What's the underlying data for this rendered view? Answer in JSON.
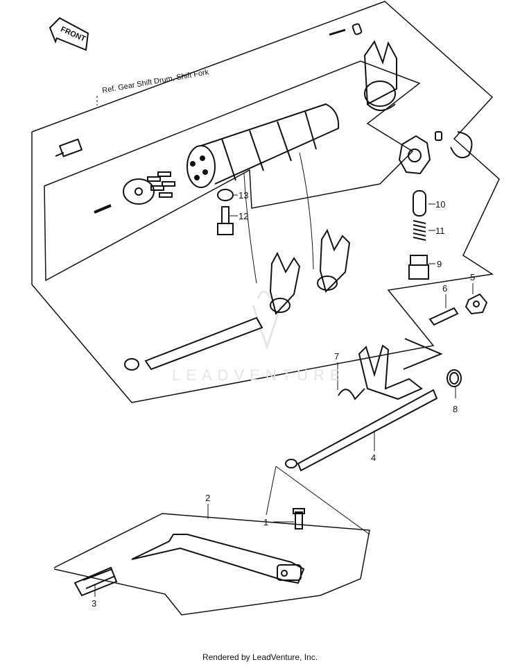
{
  "front_label": "FRONT",
  "ref_text": "Ref.    Gear Shift Drum, Shift Fork",
  "watermark": "LEADVENTURE",
  "footer": "Rendered by LeadVenture, Inc.",
  "callouts": [
    {
      "id": "1",
      "text": "1"
    },
    {
      "id": "2",
      "text": "2"
    },
    {
      "id": "3",
      "text": "3"
    },
    {
      "id": "4",
      "text": "4"
    },
    {
      "id": "5",
      "text": "5"
    },
    {
      "id": "6",
      "text": "6"
    },
    {
      "id": "7",
      "text": "7"
    },
    {
      "id": "8",
      "text": "8"
    },
    {
      "id": "9",
      "text": "9"
    },
    {
      "id": "10",
      "text": "10"
    },
    {
      "id": "11",
      "text": "11"
    },
    {
      "id": "12",
      "text": "12"
    },
    {
      "id": "13",
      "text": "13"
    }
  ]
}
